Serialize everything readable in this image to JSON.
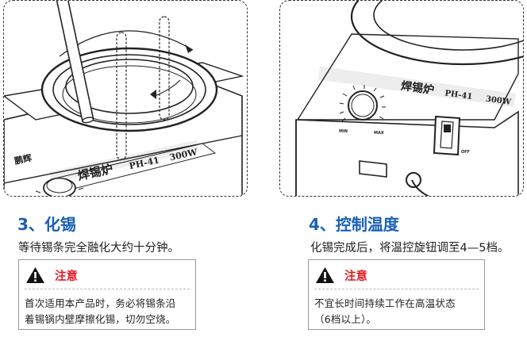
{
  "steps": [
    {
      "title": "3、化锡",
      "description": "等待锡条完全融化大约十分钟。",
      "illustration": {
        "brand": "鹏辉",
        "product": "焊锡炉",
        "model": "PH-41",
        "power": "300W"
      },
      "note": {
        "icon": "warning-triangle-icon",
        "label": "注意",
        "lines": [
          "首次适用本产品时，务必将锡条沿",
          "着锡锅内壁摩擦化锡，切勿空烧。"
        ]
      }
    },
    {
      "title": "4、控制温度",
      "description": "化锡完成后，将温控旋钮调至4—5档。",
      "illustration": {
        "product": "焊锡炉",
        "model": "PH-41",
        "power": "300W",
        "dial_min_label": "MIN",
        "dial_max_label": "MAX",
        "switch_off_label": "OFF"
      },
      "note": {
        "icon": "warning-triangle-icon",
        "label": "注意",
        "lines": [
          "不宜长时间持续工作在高温状态",
          "（6档以上）。"
        ]
      }
    }
  ],
  "colors": {
    "title_blue": "#1a5fb4",
    "note_red": "#e01b24",
    "border": "#333333"
  }
}
